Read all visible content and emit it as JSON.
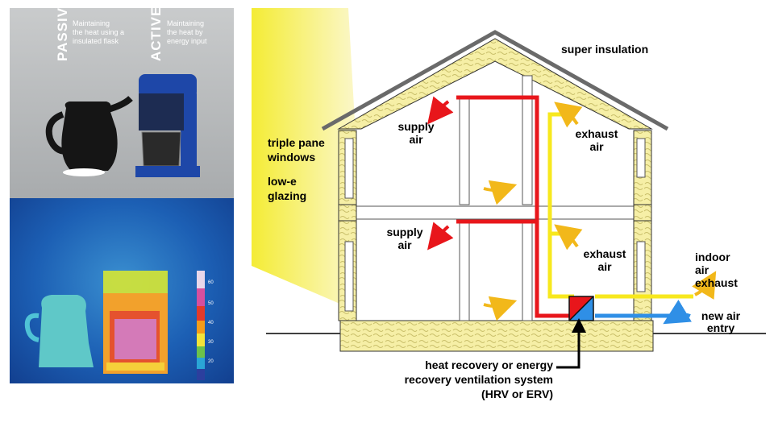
{
  "photo": {
    "passive_label": "PASSIVE",
    "passive_caption": "Maintaining\nthe heat using a\ninsulated flask",
    "active_label": "ACTIVE",
    "active_caption": "Maintaining\nthe heat by\nenergy input",
    "scale_ticks": [
      "60",
      "50",
      "40",
      "30",
      "20"
    ]
  },
  "diagram": {
    "super_insulation": "super insulation",
    "windows": [
      "triple pane",
      "windows"
    ],
    "glazing": [
      "low-e",
      "glazing"
    ],
    "supply_air": [
      "supply",
      "air"
    ],
    "exhaust_air": [
      "exhaust",
      "air"
    ],
    "indoor_air_exhaust": [
      "indoor",
      "air",
      "exhaust"
    ],
    "new_air_entry": [
      "new air",
      "entry"
    ],
    "hrv_label": [
      "heat recovery or energy",
      "recovery ventilation system",
      "(HRV or ERV)"
    ]
  },
  "colors": {
    "supply_duct": "#e8161b",
    "exhaust_duct": "#f7e81e",
    "fresh_air_duct": "#2f8fe6",
    "insulation": "#f6efa6",
    "sunlight": "#f4ec35",
    "roof": "#6a6a6a"
  }
}
